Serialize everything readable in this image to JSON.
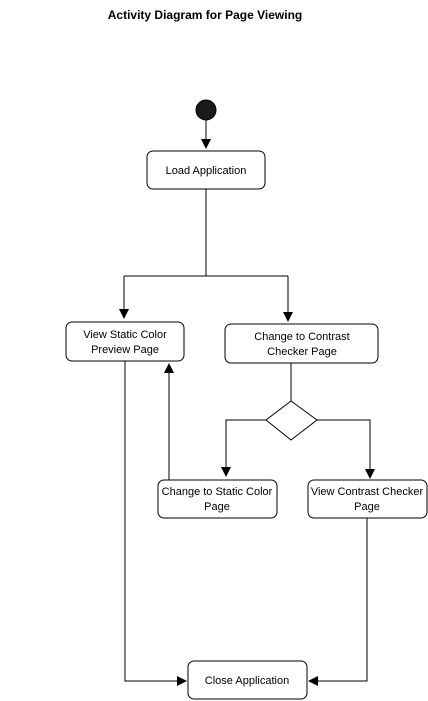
{
  "diagram": {
    "title": "Activity Diagram for Page Viewing",
    "nodes": {
      "load": "Load Application",
      "view_static": [
        "View Static Color",
        "Preview Page"
      ],
      "change_contrast": [
        "Change to Contrast",
        "Checker Page"
      ],
      "change_static": [
        "Change to Static Color",
        "Page"
      ],
      "view_contrast": [
        "View Contrast Checker",
        "Page"
      ],
      "close": "Close Application"
    }
  }
}
